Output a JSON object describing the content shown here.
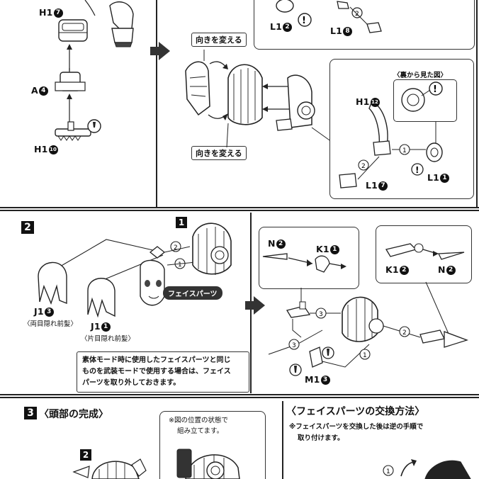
{
  "colors": {
    "ink": "#111111",
    "paper": "#ffffff",
    "panel_border": "#333333",
    "face_tag_bg": "#333333"
  },
  "panel1": {
    "labels": {
      "h1_7": "H1",
      "h1_7_num": "7",
      "a4": "A",
      "a4_num": "4",
      "h1_10": "H1",
      "h1_10_num": "10",
      "l1_2": "L1",
      "l1_2_num": "2",
      "l1_8": "L1",
      "l1_8_num": "8",
      "h1_12": "H1",
      "h1_12_num": "12",
      "l1_7": "L1",
      "l1_7_num": "7",
      "l1_1": "L1",
      "l1_1_num": "1"
    },
    "turn_label_top": "向きを変える",
    "turn_label_bottom": "向きを変える",
    "back_view_label": "〈裏から見た図〉",
    "step_1": "1",
    "step_2": "2"
  },
  "panel2": {
    "step": "2",
    "sub_step_badge": "1",
    "parts": {
      "j1_3": "J1",
      "j1_3_num": "3",
      "j1_3_caption": "〈両目隠れ前髪〉",
      "j1_1": "J1",
      "j1_1_num": "1",
      "j1_1_caption": "〈片目隠れ前髪〉",
      "face_parts_tag": "フェイスパーツ",
      "n2_left": "N",
      "n2_left_num": "2",
      "k1_1_left": "K1",
      "k1_1_left_num": "1",
      "k1_2_right": "K1",
      "k1_2_right_num": "2",
      "n2_right": "N",
      "n2_right_num": "2",
      "m1_3": "M1",
      "m1_3_num": "3"
    },
    "note_lines": [
      "素体モード時に使用したフェイスパーツと同じ",
      "ものを武装モードで使用する場合は、フェイス",
      "パーツを取り外しておきます。"
    ],
    "order": {
      "one": "1",
      "two": "2",
      "three": "3"
    }
  },
  "panel3": {
    "step": "3",
    "title": "〈頭部の完成〉",
    "sub_step_badge": "2",
    "assembly_note_lines": [
      "※図の位置の状態で",
      "組み立てます。"
    ],
    "face_swap_title": "〈フェイスパーツの交換方法〉",
    "face_swap_note_lines": [
      "※フェイスパーツを交換した後は逆の手順で",
      "取り付けます。"
    ],
    "order_one": "1"
  }
}
